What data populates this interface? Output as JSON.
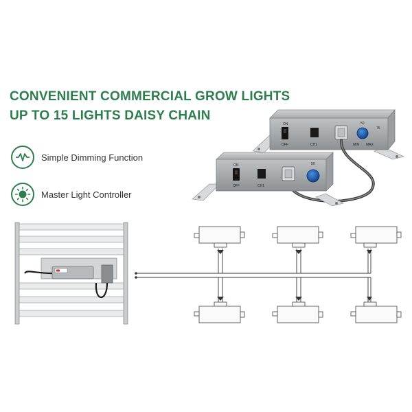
{
  "headline": {
    "line1": "CONVENIENT COMMERCIAL GROW LIGHTS",
    "line2": "UP TO 15 LIGHTS DAISY CHAIN"
  },
  "features": [
    {
      "label": "Simple Dimming Function",
      "icon": "sine-wave-icon"
    },
    {
      "label": "Master Light Controller",
      "icon": "sun-controller-icon"
    }
  ],
  "controller": {
    "on_label": "ON",
    "off_label": "OFF",
    "channel_label": "CH1",
    "knob_top_label": "50",
    "min_label": "MIN",
    "max_label": "MAX",
    "scale_label": "75"
  },
  "colors": {
    "brand_green": "#2e7d4f",
    "knob_blue": "#1a5fb4",
    "housing_grey": "#b5b8ba"
  }
}
